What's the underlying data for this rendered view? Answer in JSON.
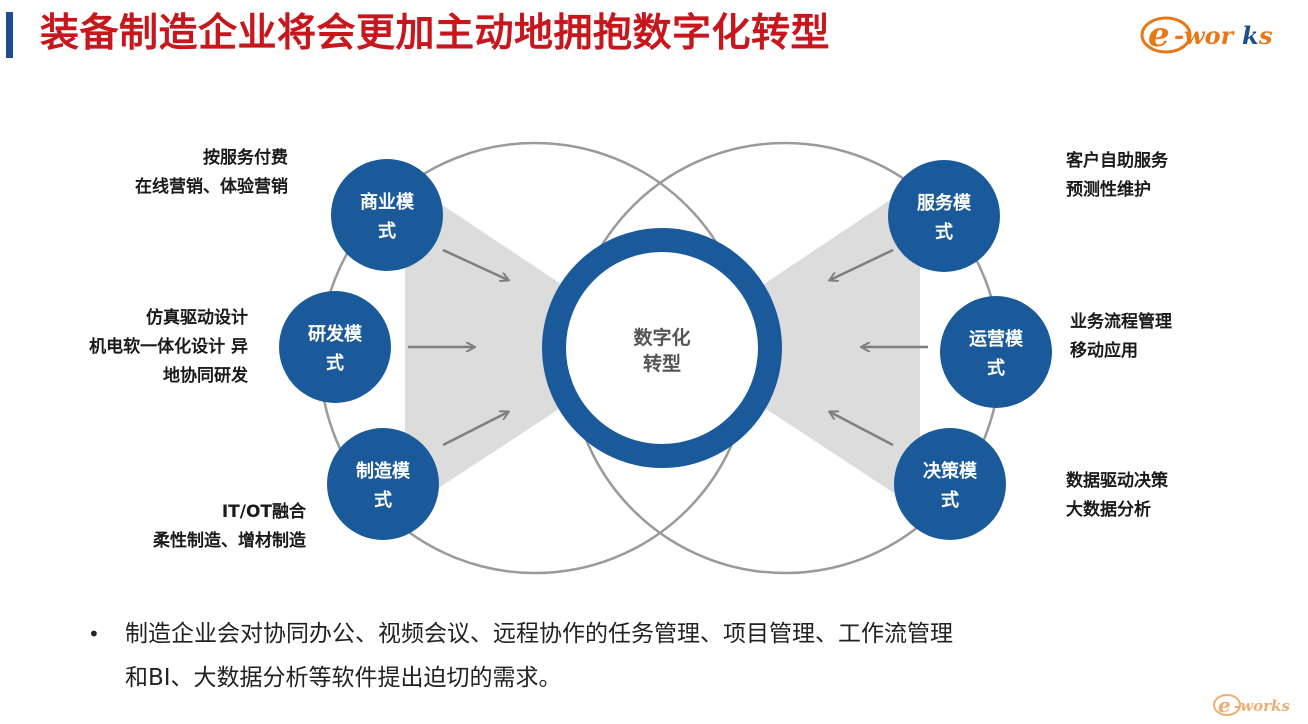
{
  "title": "装备制造企业将会更加主动地拥抱数字化转型",
  "logo": {
    "brand": "e-works"
  },
  "center": {
    "line1": "数字化",
    "line2": "转型"
  },
  "modes": [
    {
      "id": "business",
      "line1": "商业模",
      "line2": "式"
    },
    {
      "id": "rd",
      "line1": "研发模",
      "line2": "式"
    },
    {
      "id": "manufacturing",
      "line1": "制造模",
      "line2": "式"
    },
    {
      "id": "service",
      "line1": "服务模",
      "line2": "式"
    },
    {
      "id": "operation",
      "line1": "运营模",
      "line2": "式"
    },
    {
      "id": "decision",
      "line1": "决策模",
      "line2": "式"
    }
  ],
  "notes": {
    "business": [
      "按服务付费",
      "在线营销、体验营销"
    ],
    "rd": [
      "仿真驱动设计",
      "机电软一体化设计 异",
      "地协同研发"
    ],
    "manufacturing": [
      "IT/OT融合",
      "柔性制造、增材制造"
    ],
    "service": [
      "客户自助服务",
      "预测性维护"
    ],
    "operation": [
      "业务流程管理",
      "移动应用"
    ],
    "decision": [
      "数据驱动决策",
      "大数据分析"
    ]
  },
  "bullet": {
    "line1": "制造企业会对协同办公、视频会议、远程协作的任务管理、项目管理、工作流管理",
    "line2": "和BI、大数据分析等软件提出迫切的需求。"
  },
  "colors": {
    "title": "#c8161d",
    "node": "#1a5a9a",
    "ring": "#1a5a9a",
    "fan": "#d9d9d9",
    "arrow": "#7f7f7f"
  }
}
